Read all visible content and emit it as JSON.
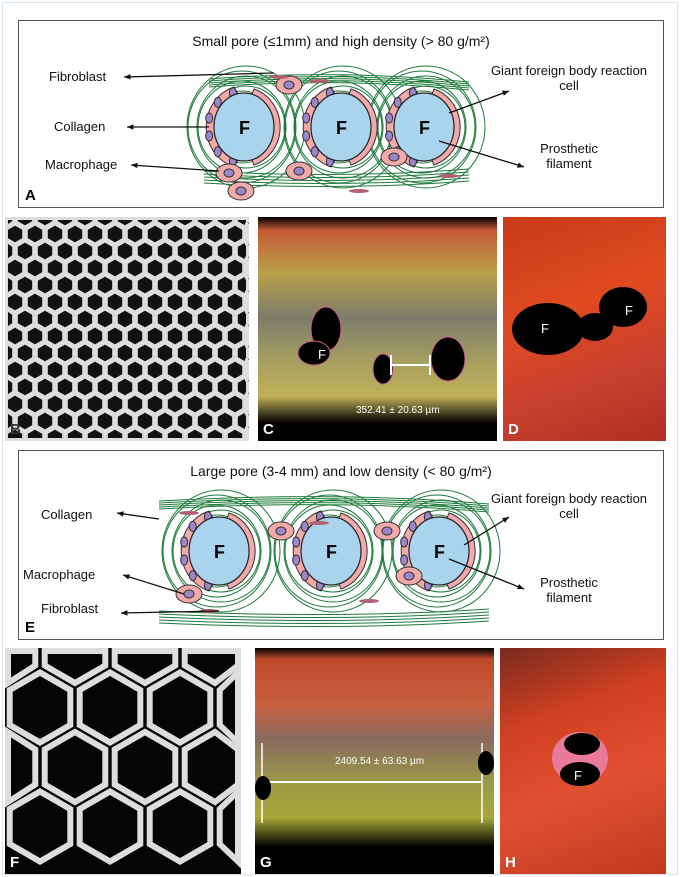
{
  "panel_a": {
    "title": "Small pore (≤1mm) and high density (> 80 g/m²)",
    "labels": {
      "fibroblast": "Fibroblast",
      "collagen": "Collagen",
      "macrophage": "Macrophage",
      "giant_cell": "Giant foreign body reaction cell",
      "filament": "Prosthetic filament",
      "filament_mark": "F"
    },
    "letter": "A"
  },
  "panel_b": {
    "letter": "B"
  },
  "panel_c": {
    "letter": "C",
    "measurement": "352.41 ± 20.63 µm",
    "filament_mark": "F"
  },
  "panel_d": {
    "letter": "D",
    "filament_mark": "F"
  },
  "panel_e": {
    "title": "Large pore (3-4 mm) and low density (< 80 g/m²)",
    "labels": {
      "collagen": "Collagen",
      "macrophage": "Macrophage",
      "fibroblast": "Fibroblast",
      "giant_cell": "Giant foreign body reaction cell",
      "filament": "Prosthetic filament",
      "filament_mark": "F"
    },
    "letter": "E"
  },
  "panel_f": {
    "letter": "F"
  },
  "panel_g": {
    "letter": "G",
    "measurement": "2409.54 ± 63.63 µm"
  },
  "panel_h": {
    "letter": "H",
    "filament_mark": "F"
  },
  "colors": {
    "collagen": "#1e7a3a",
    "cell": "#f2a9a9",
    "nucleus": "#9a86c8",
    "filament": "#aad4ee",
    "tissue_red": "#d83a1e",
    "tissue_yellow": "#b8b83a"
  }
}
